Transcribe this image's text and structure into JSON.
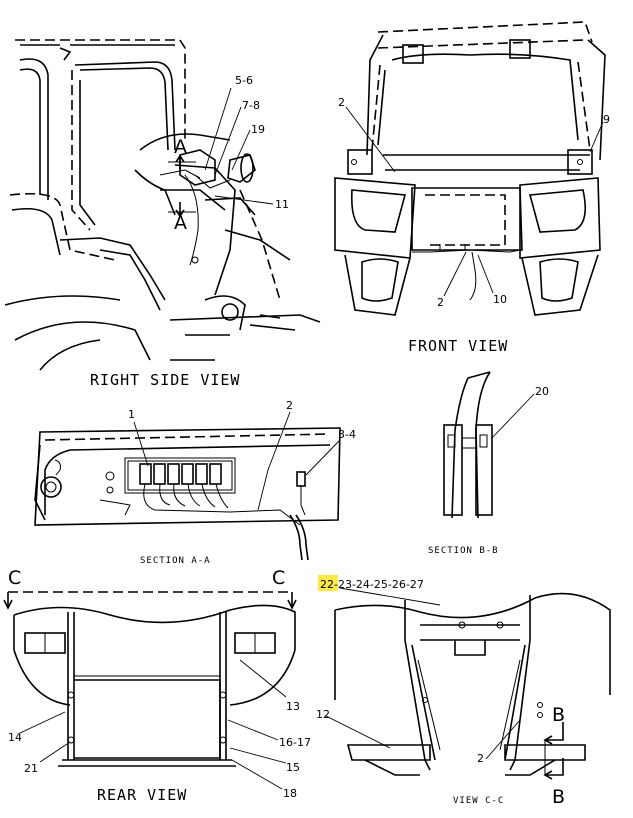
{
  "views": {
    "right_side": "RIGHT SIDE VIEW",
    "front": "FRONT VIEW",
    "section_aa": "SECTION A-A",
    "section_bb": "SECTION B-B",
    "rear": "REAR VIEW",
    "view_cc": "VIEW C-C"
  },
  "callouts": {
    "rs_5_6": "5-6",
    "rs_7_8": "7-8",
    "rs_19": "19",
    "rs_11": "11",
    "rs_A_top": "A",
    "rs_A_bottom": "A",
    "fv_2_top": "2",
    "fv_9": "9",
    "fv_2_bottom": "2",
    "fv_10": "10",
    "sa_1": "1",
    "sa_2": "2",
    "sa_3_4": "3-4",
    "sb_20": "20",
    "rv_C_left": "C",
    "rv_C_right": "C",
    "rv_13": "13",
    "rv_14": "14",
    "rv_16_17": "16-17",
    "rv_21": "21",
    "rv_15": "15",
    "rv_18": "18",
    "vc_12": "12",
    "vc_2": "2",
    "vc_B_top": "B",
    "vc_B_bottom": "B"
  },
  "highlight_callout": {
    "highlighted": "22",
    "rest": "-23-24-25-26-27",
    "color": "#ffe94a"
  }
}
